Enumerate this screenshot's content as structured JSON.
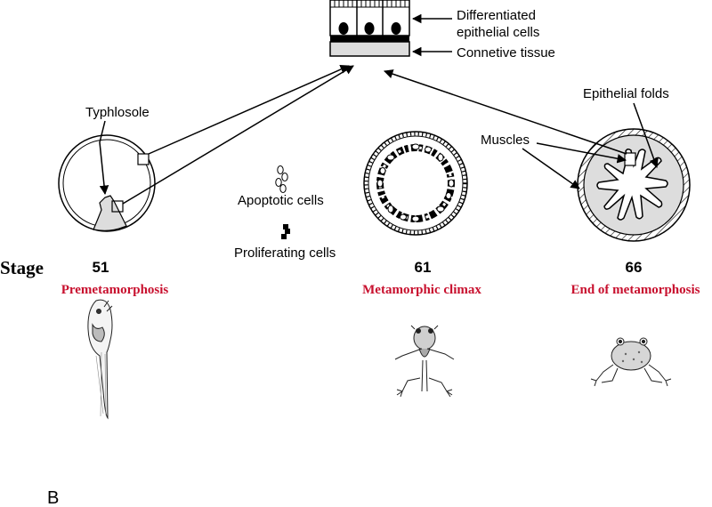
{
  "labels": {
    "differentiated_line1": "Differentiated",
    "differentiated_line2": "epithelial cells",
    "connective": "Connetive tissue",
    "typhlosole": "Typhlosole",
    "epithelial_folds": "Epithelial folds",
    "muscles": "Muscles",
    "apoptotic": "Apoptotic cells",
    "proliferating": "Proliferating cells"
  },
  "stage_label": "Stage",
  "stages": [
    {
      "number": "51",
      "phase": "Premetamorphosis"
    },
    {
      "number": "61",
      "phase": "Metamorphic climax"
    },
    {
      "number": "66",
      "phase": "End of metamorphosis"
    }
  ],
  "panel_letter": "B",
  "colors": {
    "phase_text": "#c8102e",
    "tissue_gray": "#dddddd",
    "ink": "#000000"
  },
  "icons": [
    "tadpole-illustration",
    "metamorph-froglet-illustration",
    "froglet-illustration"
  ]
}
